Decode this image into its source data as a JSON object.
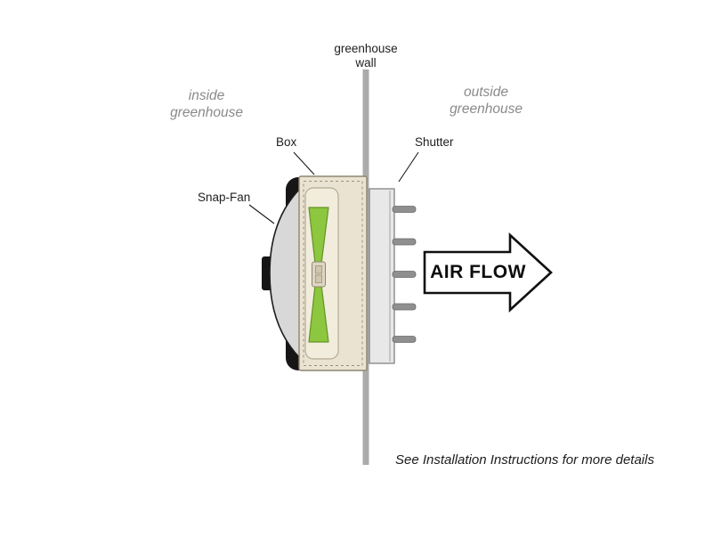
{
  "labels": {
    "wall": "greenhouse\nwall",
    "inside": "inside\ngreenhouse",
    "outside": "outside\ngreenhouse",
    "box": "Box",
    "shutter": "Shutter",
    "snap_fan": "Snap-Fan",
    "air_flow": "AIR FLOW",
    "footnote": "See Installation Instructions for more details"
  },
  "colors": {
    "wall_gray": "#ababab",
    "housing_black": "#161616",
    "shroud_gray": "#d8d8d8",
    "box_tan": "#eae3d1",
    "box_inner": "#f2ecdc",
    "fan_green": "#8dc63f",
    "hub_beige": "#ded6c2",
    "hub_detail": "#cfc6ad",
    "shutter_gray": "#e8e8e8",
    "louver_gray": "#8f8f8f",
    "label_gray": "#8a8a8a"
  }
}
